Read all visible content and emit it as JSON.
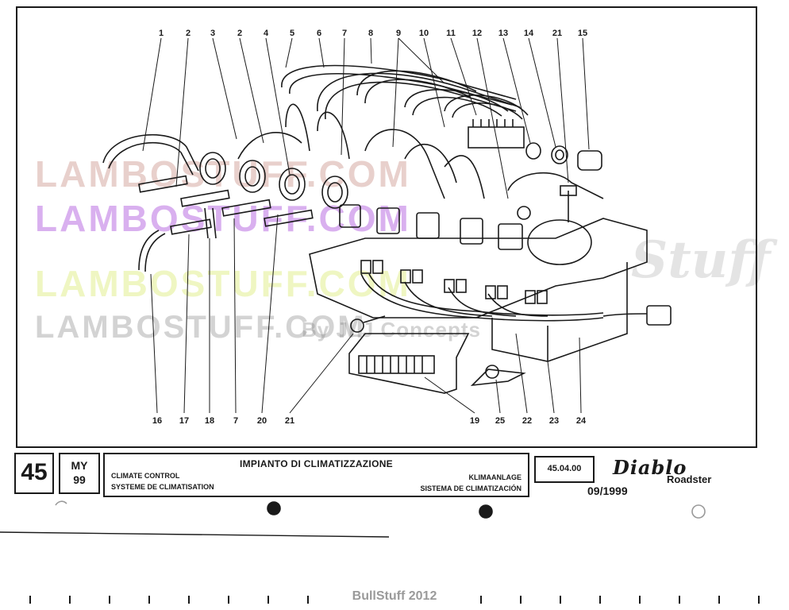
{
  "diagram": {
    "callouts_top": [
      "1",
      "2",
      "3",
      "2",
      "4",
      "5",
      "6",
      "7",
      "8",
      "9",
      "10",
      "11",
      "12",
      "13",
      "14",
      "21",
      "15"
    ],
    "callouts_bottom": [
      "16",
      "17",
      "18",
      "7",
      "20",
      "21",
      "19",
      "25",
      "22",
      "23",
      "24"
    ]
  },
  "watermarks": {
    "line1": "LAMBOSTUFF.COM",
    "line2": "LAMBOSTUFF.COM",
    "line3": "LAMBOSTUFF.COM",
    "line4": "LAMBOSTUFF.COM",
    "credit": "By JLJ Concepts",
    "script": "Stuff"
  },
  "title_block": {
    "page_number": "45",
    "my_label": "MY",
    "my_year": "99",
    "title_italian": "IMPIANTO DI CLIMATIZZAZIONE",
    "title_english": "CLIMATE CONTROL",
    "title_french": "SYSTEME DE CLIMATISATION",
    "title_german": "KLIMAANLAGE",
    "title_spanish": "SISTEMA DE CLIMATIZACIÓN",
    "reference_code": "45.04.00",
    "brand": "Diablo",
    "model": "Roadster",
    "date": "09/1999"
  },
  "footer": {
    "credit": "BullStuff 2012"
  }
}
